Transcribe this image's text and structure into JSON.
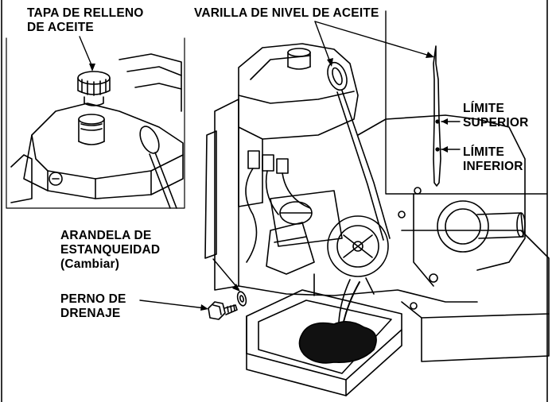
{
  "labels": {
    "oil_fill_cap_line1": "TAPA DE RELLENO",
    "oil_fill_cap_line2": "DE ACEITE",
    "dipstick": "VARILLA DE NIVEL DE ACEITE",
    "upper_limit_line1": "LÍMITE",
    "upper_limit_line2": "SUPERIOR",
    "lower_limit_line1": "LÍMITE",
    "lower_limit_line2": "INFERIOR",
    "sealing_washer_line1": "ARANDELA DE",
    "sealing_washer_line2": "ESTANQUEIDAD",
    "sealing_washer_note": "(Cambiar)",
    "drain_bolt_line1": "PERNO DE",
    "drain_bolt_line2": "DRENAJE"
  },
  "colors": {
    "line": "#000000",
    "paper": "#ffffff",
    "oil": "#111111"
  }
}
